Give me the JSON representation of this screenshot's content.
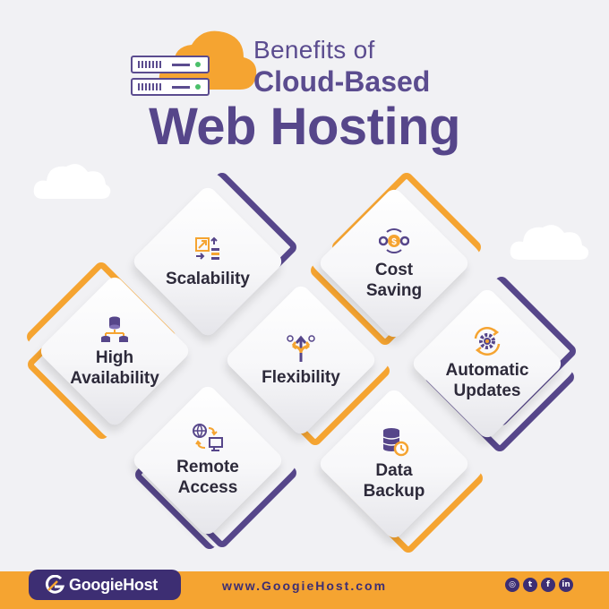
{
  "header": {
    "title_line1": "Benefits of",
    "title_line2": "Cloud-Based",
    "title_line3": "Web Hosting"
  },
  "benefits": [
    {
      "label": "Scalability",
      "icon": "scalability-icon"
    },
    {
      "label": "Cost\nSaving",
      "icon": "cost-saving-icon"
    },
    {
      "label": "High\nAvailability",
      "icon": "database-network-icon"
    },
    {
      "label": "Flexibility",
      "icon": "flexibility-arrows-icon"
    },
    {
      "label": "Automatic\nUpdates",
      "icon": "gear-refresh-icon"
    },
    {
      "label": "Remote\nAccess",
      "icon": "remote-access-icon"
    },
    {
      "label": "Data\nBackup",
      "icon": "data-backup-icon"
    }
  ],
  "footer": {
    "brand": "GoogieHost",
    "url": "www.GoogieHost.com",
    "socials": [
      "instagram",
      "twitter",
      "facebook",
      "linkedin"
    ]
  },
  "colors": {
    "purple": "#56468a",
    "orange": "#f5a431",
    "background": "#f1f1f4"
  }
}
